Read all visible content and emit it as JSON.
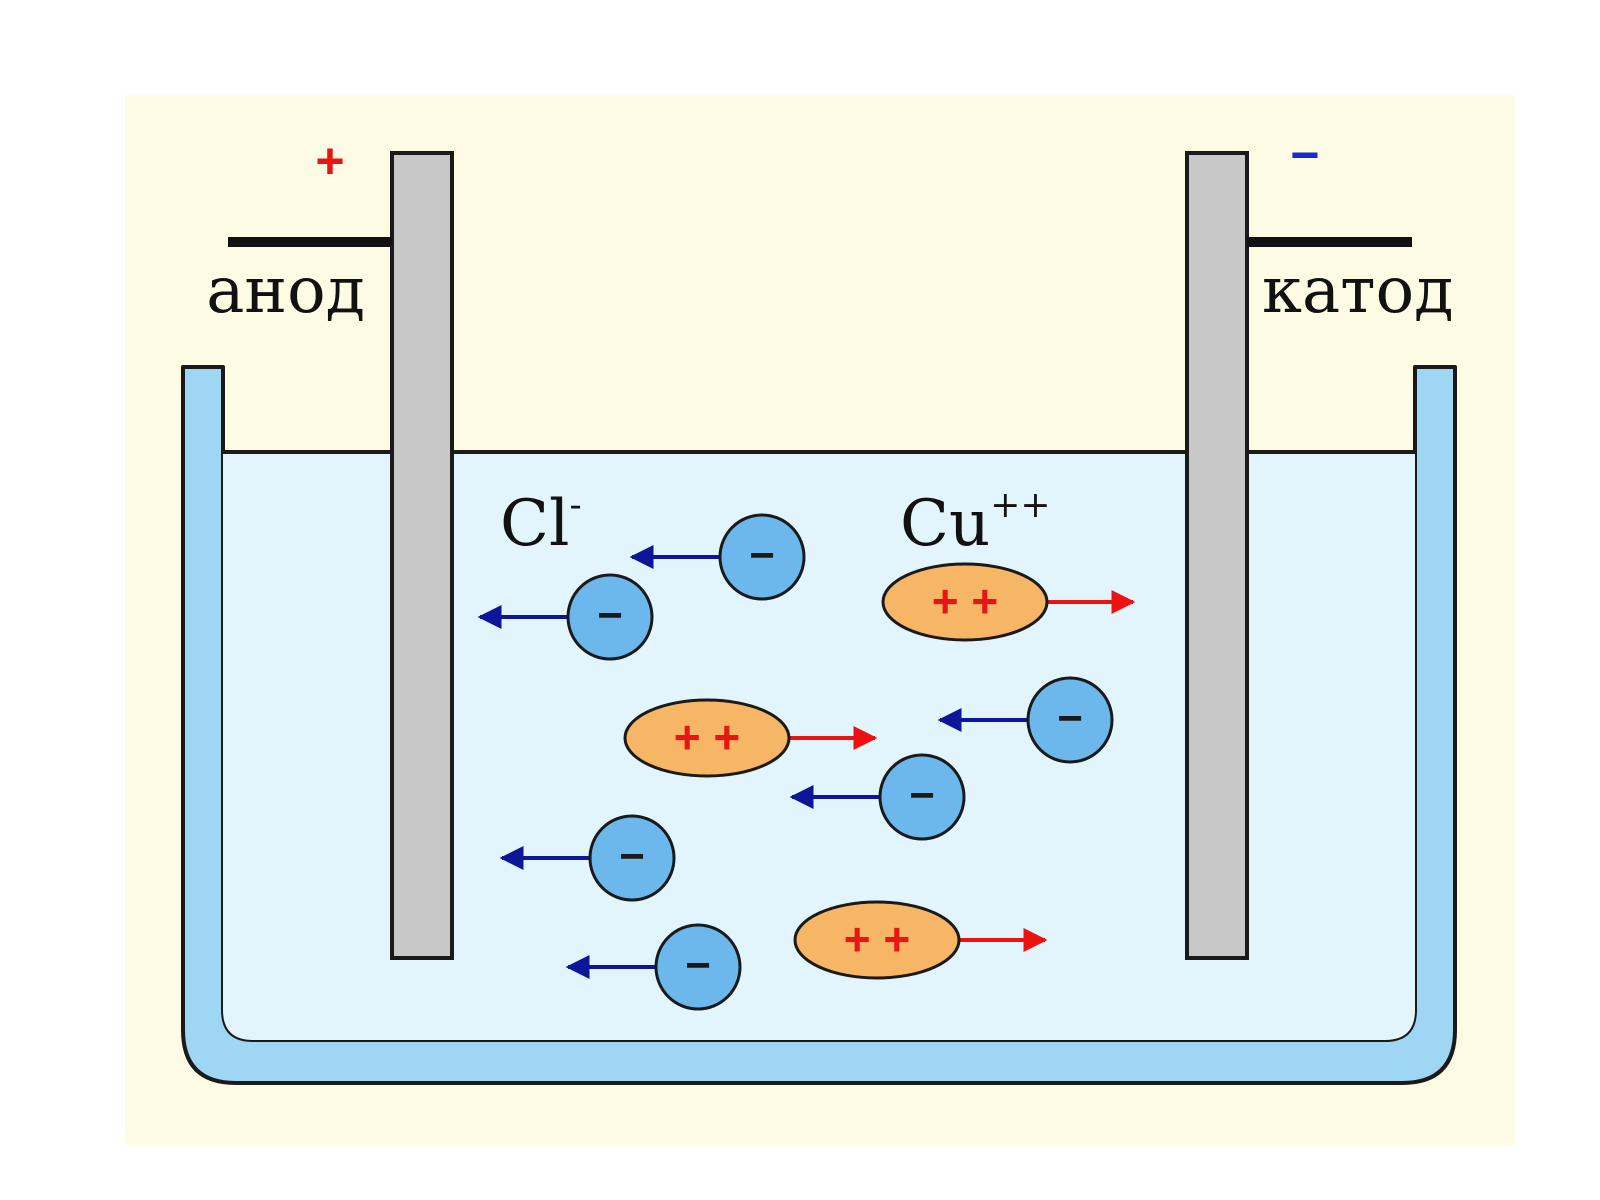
{
  "colors": {
    "panel_bg": "#fdfbe3",
    "vessel_wall": "#9fd6f3",
    "vessel_outline": "#1a1a1a",
    "electrolyte": "#e2f5fd",
    "electrode_fill": "#c8c8c8",
    "anion_fill": "#6cb8ec",
    "anion_arrow": "#0d1599",
    "cation_fill": "#f7b566",
    "cation_arrow": "#ee1111",
    "plus_sign": "#e81515",
    "minus_sign": "#1a2ad0"
  },
  "anode": {
    "label": "анод",
    "polarity": "+",
    "icon": "plus-icon"
  },
  "cathode": {
    "label": "катод",
    "polarity": "−",
    "icon": "minus-icon"
  },
  "anion": {
    "symbol": "Cl",
    "charge": "-",
    "count": 6,
    "sign": "−",
    "direction": "left",
    "icon": "chloride-ion-icon"
  },
  "cation": {
    "symbol": "Cu",
    "charge": "++",
    "count": 3,
    "sign": "+ +",
    "direction": "right",
    "icon": "copper-ion-icon"
  }
}
